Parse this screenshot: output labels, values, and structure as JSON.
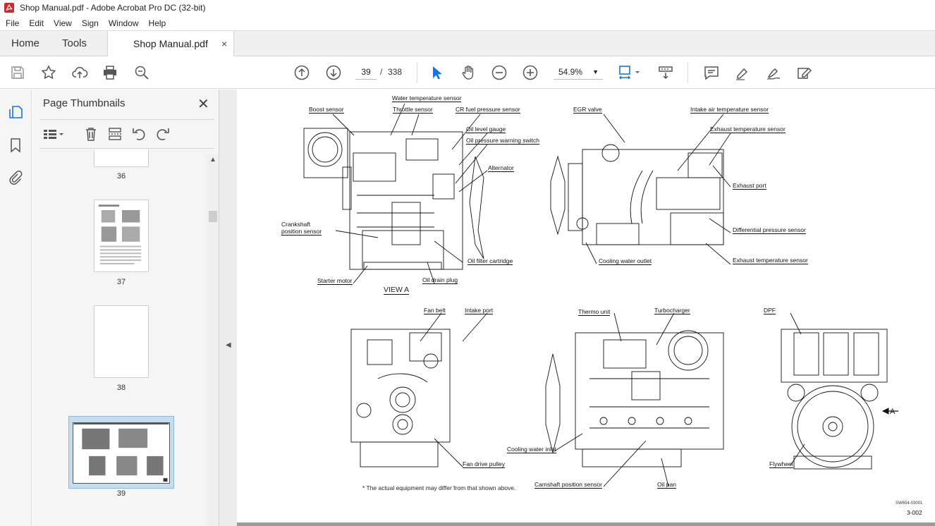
{
  "window": {
    "title": "Shop Manual.pdf - Adobe Acrobat Pro DC (32-bit)"
  },
  "menu": [
    "File",
    "Edit",
    "View",
    "Sign",
    "Window",
    "Help"
  ],
  "tabs": {
    "home": "Home",
    "tools": "Tools",
    "document": "Shop Manual.pdf",
    "close": "×"
  },
  "toolbar": {
    "current_page": "39",
    "page_separator": "/",
    "total_pages": "338",
    "zoom": "54.9%"
  },
  "thumbnails": {
    "title": "Page Thumbnails",
    "close": "✕",
    "pages": [
      "36",
      "37",
      "38",
      "39"
    ],
    "selected_page": "39"
  },
  "document": {
    "labels": {
      "boost_sensor": "Boost sensor",
      "water_temp_sensor": "Water temperature sensor",
      "throttle_sensor": "Throttle sensor",
      "cr_fuel_pressure_sensor": "CR fuel pressure sensor",
      "oil_level_gauge": "Oil level gauge",
      "oil_pressure_warning_switch": "Oil pressure warning switch",
      "alternator": "Alternator",
      "crankshaft_position_sensor_1": "Crankshaft",
      "crankshaft_position_sensor_2": "position sensor",
      "oil_filter_cartridge": "Oil filter cartridge",
      "starter_motor": "Starter motor",
      "oil_drain_plug": "Oil drain plug",
      "view_a": "VIEW A",
      "egr_valve": "EGR valve",
      "intake_air_temp_sensor": "Intake air temperature sensor",
      "exhaust_temp_sensor_top": "Exhaust temperature sensor",
      "exhaust_port": "Exhaust port",
      "differential_pressure_sensor": "Differential pressure sensor",
      "cooling_water_outlet": "Cooling water outlet",
      "exhaust_temp_sensor_bottom": "Exhaust temperature sensor",
      "fan_belt": "Fan belt",
      "intake_port": "Intake port",
      "fan_drive_pulley": "Fan drive pulley",
      "thermo_unit": "Thermo unit",
      "turbocharger": "Turbocharger",
      "cooling_water_inlet": "Cooling water inlet",
      "camshaft_position_sensor": "Camshaft position sensor",
      "oil_pan": "Oil pan",
      "dpf": "DPF",
      "arrow_a": "A",
      "flywheel": "Flywheel"
    },
    "footnote": "* The actual equipment may differ from that shown above.",
    "figure_code": "SW654-03001",
    "page_number": "3-002"
  }
}
